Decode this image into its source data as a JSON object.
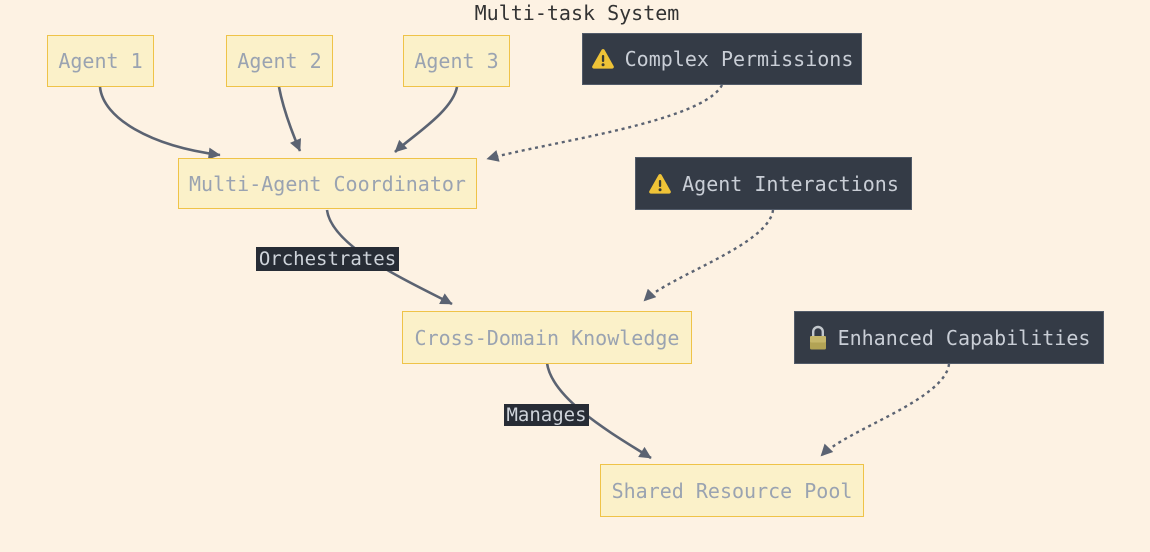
{
  "diagram": {
    "title": "Multi-task System",
    "nodes": {
      "agent1": {
        "label": "Agent 1",
        "kind": "process"
      },
      "agent2": {
        "label": "Agent 2",
        "kind": "process"
      },
      "agent3": {
        "label": "Agent 3",
        "kind": "process"
      },
      "coordinator": {
        "label": "Multi-Agent Coordinator",
        "kind": "process"
      },
      "cross_domain": {
        "label": "Cross-Domain Knowledge",
        "kind": "process"
      },
      "shared_pool": {
        "label": "Shared Resource Pool",
        "kind": "process"
      },
      "complex_permissions": {
        "label": "Complex Permissions",
        "icon": "warning-triangle-icon",
        "kind": "callout"
      },
      "agent_interactions": {
        "label": "Agent Interactions",
        "icon": "warning-triangle-icon",
        "kind": "callout"
      },
      "enhanced_capabilities": {
        "label": "Enhanced Capabilities",
        "icon": "lock-icon",
        "kind": "callout"
      }
    },
    "edge_labels": {
      "orchestrates": "Orchestrates",
      "manages": "Manages"
    },
    "edges": [
      {
        "from": "Agent 1",
        "to": "Multi-Agent Coordinator",
        "style": "solid",
        "label": ""
      },
      {
        "from": "Agent 2",
        "to": "Multi-Agent Coordinator",
        "style": "solid",
        "label": ""
      },
      {
        "from": "Agent 3",
        "to": "Multi-Agent Coordinator",
        "style": "solid",
        "label": ""
      },
      {
        "from": "Complex Permissions",
        "to": "Multi-Agent Coordinator",
        "style": "dotted",
        "label": ""
      },
      {
        "from": "Multi-Agent Coordinator",
        "to": "Cross-Domain Knowledge",
        "style": "solid",
        "label": "Orchestrates"
      },
      {
        "from": "Agent Interactions",
        "to": "Cross-Domain Knowledge",
        "style": "dotted",
        "label": ""
      },
      {
        "from": "Cross-Domain Knowledge",
        "to": "Shared Resource Pool",
        "style": "solid",
        "label": "Manages"
      },
      {
        "from": "Enhanced Capabilities",
        "to": "Shared Resource Pool",
        "style": "dotted",
        "label": ""
      }
    ],
    "colors": {
      "canvas_bg": "#fdf2e3",
      "node_fill": "#fbf1c9",
      "node_border": "#efc348",
      "node_text": "#9aa3b1",
      "dark_fill": "#343b46",
      "dark_border": "#525b69",
      "dark_text": "#c9ced6",
      "edge_color": "#5b6372",
      "edge_label_bg": "#272c35",
      "edge_label_text": "#ced3da",
      "title_text": "#333333",
      "warning_yellow": "#efc337",
      "lock_gold": "#b2a355"
    }
  }
}
